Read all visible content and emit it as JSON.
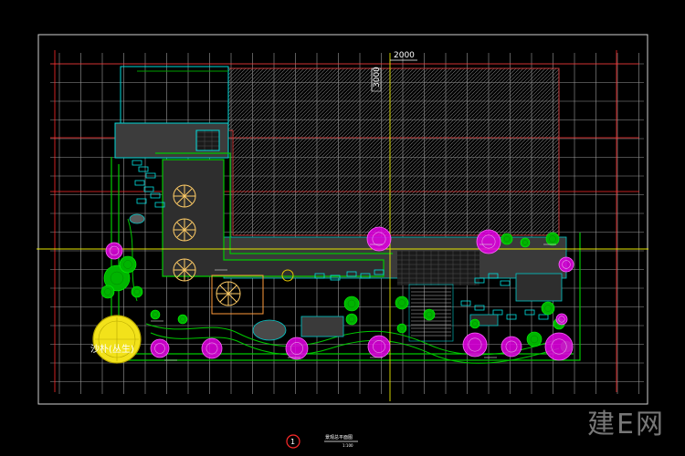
{
  "drawing": {
    "dimension_top": "2000",
    "dimension_side": "3000",
    "tree_label": "沙朴(丛生)",
    "plan_title": "景观总平面图",
    "plan_scale": "1:100",
    "sheet_index": "1"
  },
  "watermark": {
    "text": "建E网"
  },
  "colors": {
    "background": "#000000",
    "grid": "#b4b4b4",
    "red_axis": "#ff1e1e",
    "yellow_axis": "#e6e600",
    "cyan": "#00e6e6",
    "green": "#00c800",
    "magenta": "#e600e6",
    "hatch": "#6e6e6e"
  }
}
